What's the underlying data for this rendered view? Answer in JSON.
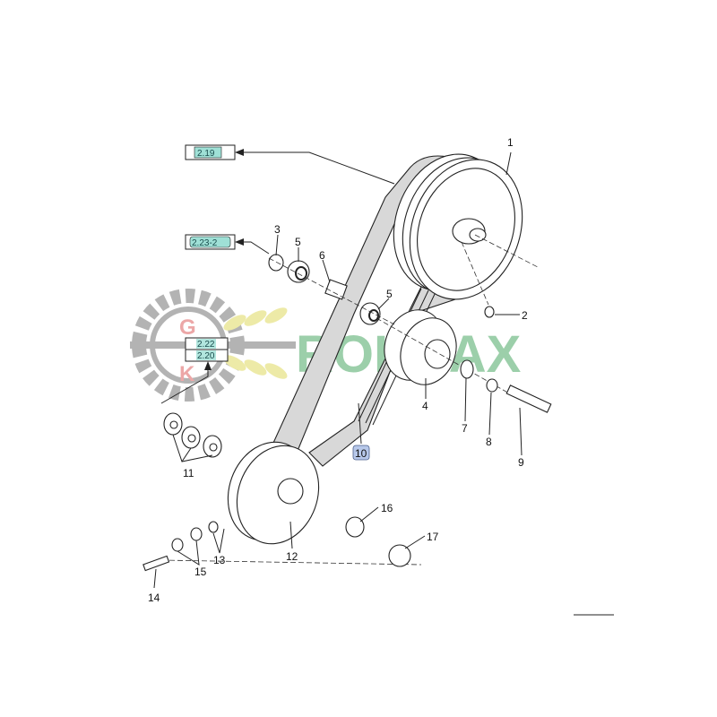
{
  "watermark": {
    "brand": "ROLMAX",
    "gear_letters": [
      "G",
      "K"
    ],
    "brand_color": "#7cc08e",
    "gear_color": "#9a9a9a",
    "letter_color": "#e68a8a",
    "wheat_color": "#e8e48a"
  },
  "reference_boxes": [
    {
      "label": "2.19",
      "color": "#9fe0d6"
    },
    {
      "label": "2.23-2",
      "color": "#9fe0d6"
    },
    {
      "label": "2.22",
      "color": "#9fe0d6"
    },
    {
      "label": "2.20",
      "color": "#9fe0d6"
    }
  ],
  "callouts": [
    "1",
    "2",
    "3",
    "5",
    "6",
    "5",
    "4",
    "7",
    "8",
    "9",
    "10",
    "11",
    "12",
    "13",
    "14",
    "15",
    "16",
    "17"
  ],
  "highlighted_callout": {
    "label": "10",
    "color": "#b7c8ea"
  }
}
